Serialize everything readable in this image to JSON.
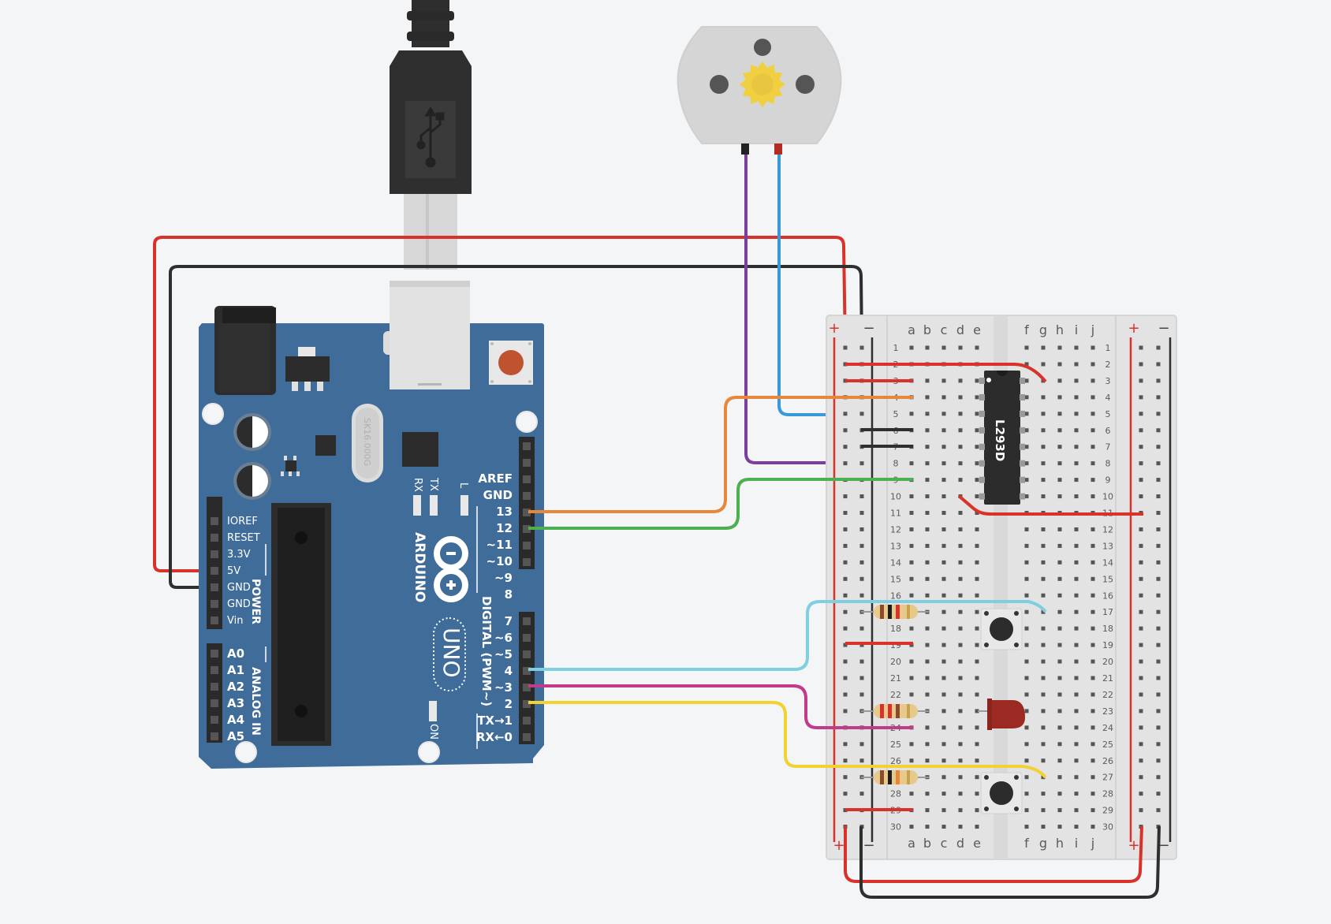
{
  "board": {
    "brand": "ARDUINO",
    "model": "UNO",
    "on_label": "ON",
    "led_labels": [
      "RX",
      "TX",
      "L"
    ],
    "power_header_title": "POWER",
    "power_pins": [
      "IOREF",
      "RESET",
      "3.3V",
      "5V",
      "GND",
      "GND",
      "Vin"
    ],
    "analog_header_title": "ANALOG IN",
    "analog_pins": [
      "A0",
      "A1",
      "A2",
      "A3",
      "A4",
      "A5"
    ],
    "digital_header_title": "DIGITAL (PWM~)",
    "digital_pins_top": [
      "AREF",
      "GND",
      "13",
      "12",
      "~11",
      "~10",
      "~9",
      "8"
    ],
    "digital_pins_bottom": [
      "7",
      "~6",
      "~5",
      "4",
      "~3",
      "2",
      "TX→1",
      "RX←0"
    ],
    "crystal_text": "SK16.000G"
  },
  "chip": {
    "label": "L293D"
  },
  "breadboard": {
    "column_letters_left": [
      "a",
      "b",
      "c",
      "d",
      "e"
    ],
    "column_letters_right": [
      "f",
      "g",
      "h",
      "i",
      "j"
    ],
    "plus_sign": "+",
    "minus_sign": "−",
    "row_count": 30
  },
  "colors": {
    "background": "#f3f5f7",
    "board_blue": "#3f6c99",
    "wire_red": "#d8322a",
    "wire_black": "#2f2f2f",
    "wire_orange": "#e8873a",
    "wire_green": "#4caf50",
    "wire_purple": "#7b3fa0",
    "wire_blue": "#3a9ad9",
    "wire_cyan": "#7fcfe0",
    "wire_magenta": "#c23a8a",
    "wire_yellow": "#f2d230",
    "motor_gear": "#f0d040"
  },
  "icons": [
    "usb-icon",
    "motor-gear-icon",
    "infinity-logo-icon"
  ]
}
